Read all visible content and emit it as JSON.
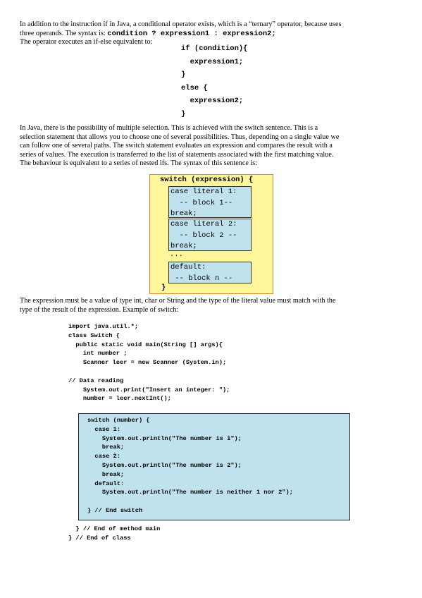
{
  "intro": {
    "line1": "In addition to the instruction if in Java, a conditional operator exists, which is a “ternary” operator, because uses",
    "line2_prefix": "three operands. The syntax is: ",
    "line2_code": "condition ? expression1 : expression2;",
    "line3_prefix": "The operator executes an if-else equivalent to:"
  },
  "if_code": [
    "if (condition){",
    "  expression1;",
    "}",
    "else {",
    "  expression2;",
    "}"
  ],
  "switch_intro": [
    "In Java, there is the possibility of multiple selection. This is achieved with the switch sentence. This is a",
    "selection statement that allows you to choose one of several possibilities. Thus, depending on a single value we",
    "can follow one of several paths. The switch statement evaluates an expression and compares the result with a",
    "series of values. The execution is transferred to the list of statements associated with the first matching value.",
    "The behaviour is equivalent to a series of nested ifs. The syntax of this sentence is:"
  ],
  "switch_diagram": {
    "header": "switch (expression) {",
    "case1": [
      "case literal 1:",
      "  -- block 1--",
      "break;"
    ],
    "case2": [
      "case literal 2:",
      "  -- block 2 --",
      "break;"
    ],
    "dots": "...",
    "default": [
      "default:",
      " -- block n --"
    ],
    "closing": "}"
  },
  "expression_text": [
    "The expression must be a value of type int, char or String and the type of the literal value must match with the",
    "type of the result of the expression. Example of switch:"
  ],
  "example_code": {
    "top": [
      "import java.util.*;",
      "class Switch {",
      "  public static void main(String [] args){",
      "    int number ;",
      "    Scanner leer = new Scanner (System.in);",
      "",
      "// Data reading",
      "    System.out.print(\"Insert an integer: \");",
      "    number = leer.nextInt();"
    ],
    "switch_block": [
      "switch (number) {",
      "  case 1:",
      "    System.out.println(\"The number is 1\");",
      "    break;",
      "  case 2:",
      "    System.out.println(\"The number is 2\");",
      "    break;",
      "  default:",
      "    System.out.println(\"The number is neither 1 nor 2\");",
      "",
      "} // End switch"
    ],
    "bottom": [
      "  } // End of method main",
      "} // End of class"
    ]
  }
}
